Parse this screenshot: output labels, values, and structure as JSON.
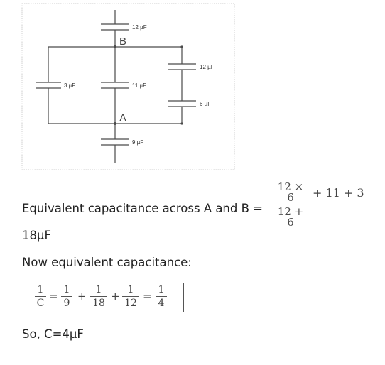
{
  "circuit": {
    "capacitors": [
      {
        "label": "12 µF"
      },
      {
        "label": "3 µF"
      },
      {
        "label": "11 µF"
      },
      {
        "label": "12 µF"
      },
      {
        "label": "6 µF"
      },
      {
        "label": "9 µF"
      }
    ],
    "nodes": {
      "b": "B",
      "a": "A"
    }
  },
  "text": {
    "equiv_label": "Equivalent capacitance across A and B =",
    "eq1": {
      "num": "12 × 6",
      "den": "12 + 6",
      "tail": "+ 11 + 3"
    },
    "result1": "18µF",
    "now_line": "Now equivalent capacitance:",
    "eq2": {
      "terms": [
        {
          "num": "1",
          "den": "C"
        },
        {
          "num": "1",
          "den": "9"
        },
        {
          "num": "1",
          "den": "18"
        },
        {
          "num": "1",
          "den": "12"
        },
        {
          "num": "1",
          "den": "4"
        }
      ],
      "ops": [
        "=",
        "+",
        "+",
        "="
      ]
    },
    "conclusion": "So, C=4µF"
  }
}
